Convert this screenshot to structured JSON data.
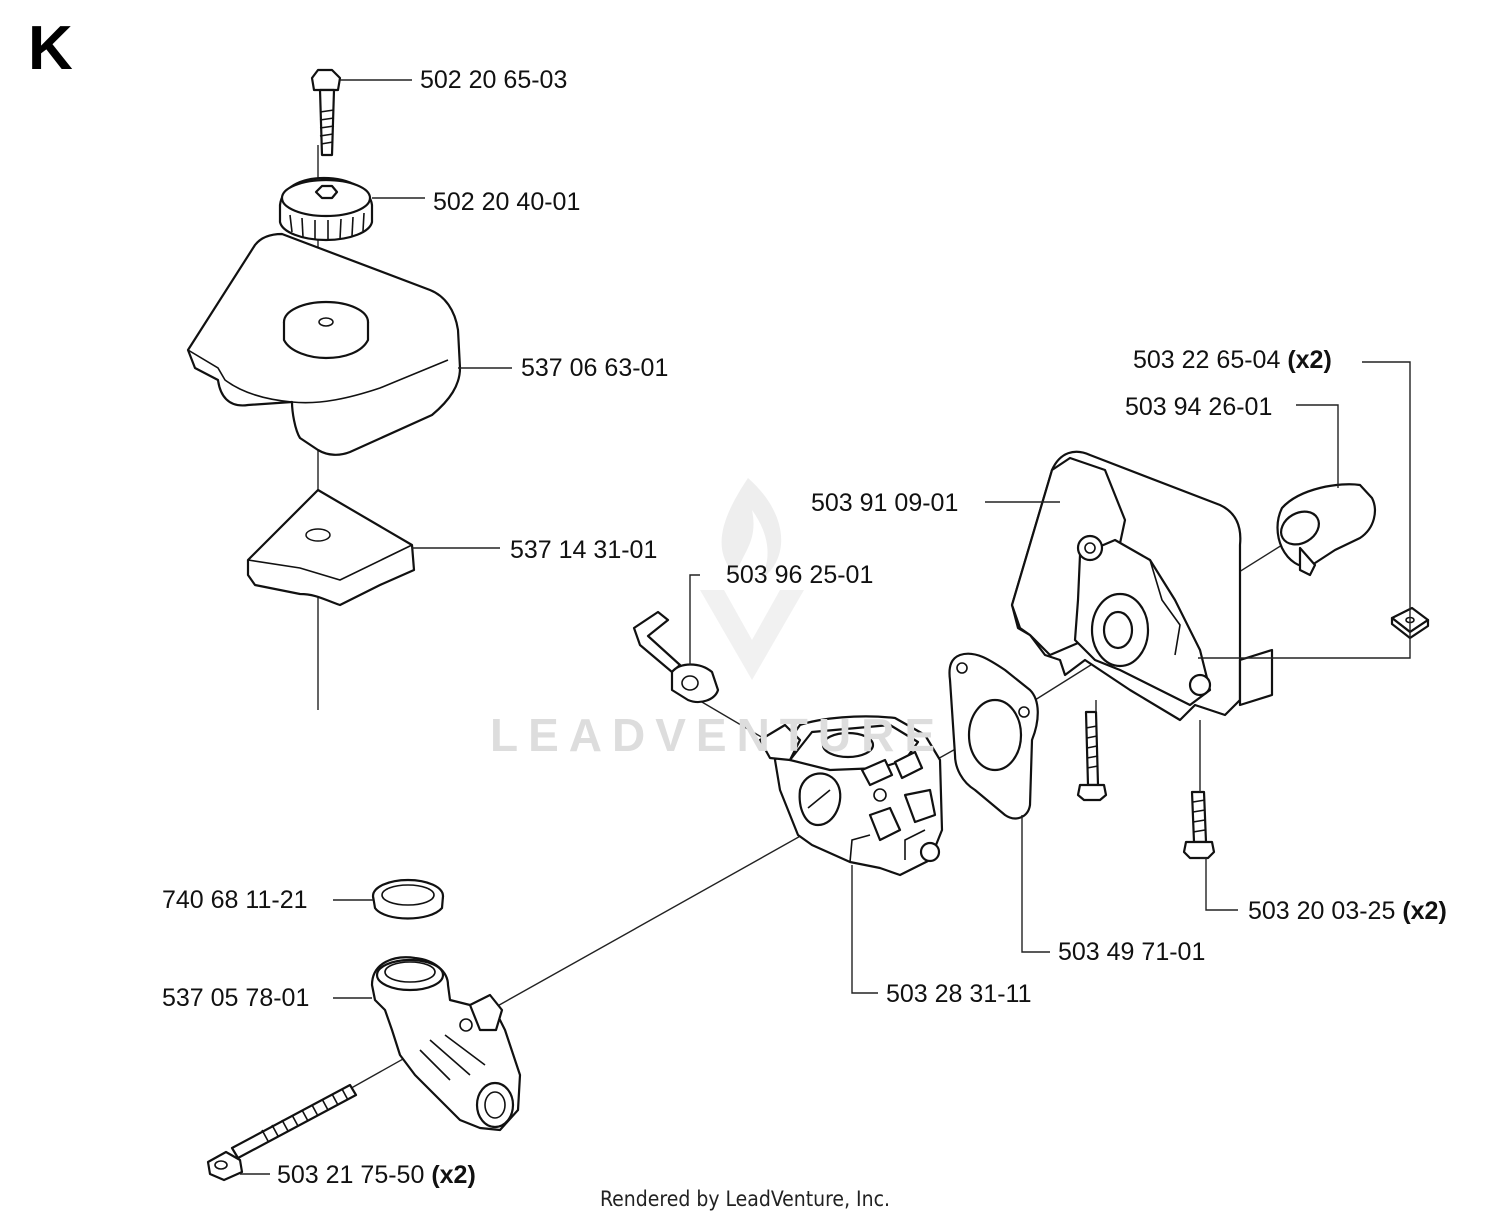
{
  "section": {
    "letter": "K"
  },
  "watermark": {
    "text": "LEADVENTURE"
  },
  "footer": {
    "text": "Rendered by LeadVenture, Inc."
  },
  "parts": [
    {
      "id": "bolt-top",
      "number": "502 20 65-03",
      "qty": ""
    },
    {
      "id": "knob",
      "number": "502 20 40-01",
      "qty": ""
    },
    {
      "id": "air-filter-cover",
      "number": "537 06 63-01",
      "qty": ""
    },
    {
      "id": "air-filter",
      "number": "537 14 31-01",
      "qty": ""
    },
    {
      "id": "screw-nut",
      "number": "503 22 65-04",
      "qty": "(x2)"
    },
    {
      "id": "sleeve",
      "number": "503 94 26-01",
      "qty": ""
    },
    {
      "id": "filter-holder",
      "number": "503 91 09-01",
      "qty": ""
    },
    {
      "id": "choke-lever",
      "number": "503 96 25-01",
      "qty": ""
    },
    {
      "id": "screw-holder",
      "number": "503 20 03-25",
      "qty": "(x2)"
    },
    {
      "id": "gasket",
      "number": "503 49 71-01",
      "qty": ""
    },
    {
      "id": "carburetor",
      "number": "503 28 31-11",
      "qty": ""
    },
    {
      "id": "seal-ring",
      "number": "740 68 11-21",
      "qty": ""
    },
    {
      "id": "intake-elbow",
      "number": "537 05 78-01",
      "qty": ""
    },
    {
      "id": "long-bolt",
      "number": "503 21 75-50",
      "qty": "(x2)"
    }
  ]
}
